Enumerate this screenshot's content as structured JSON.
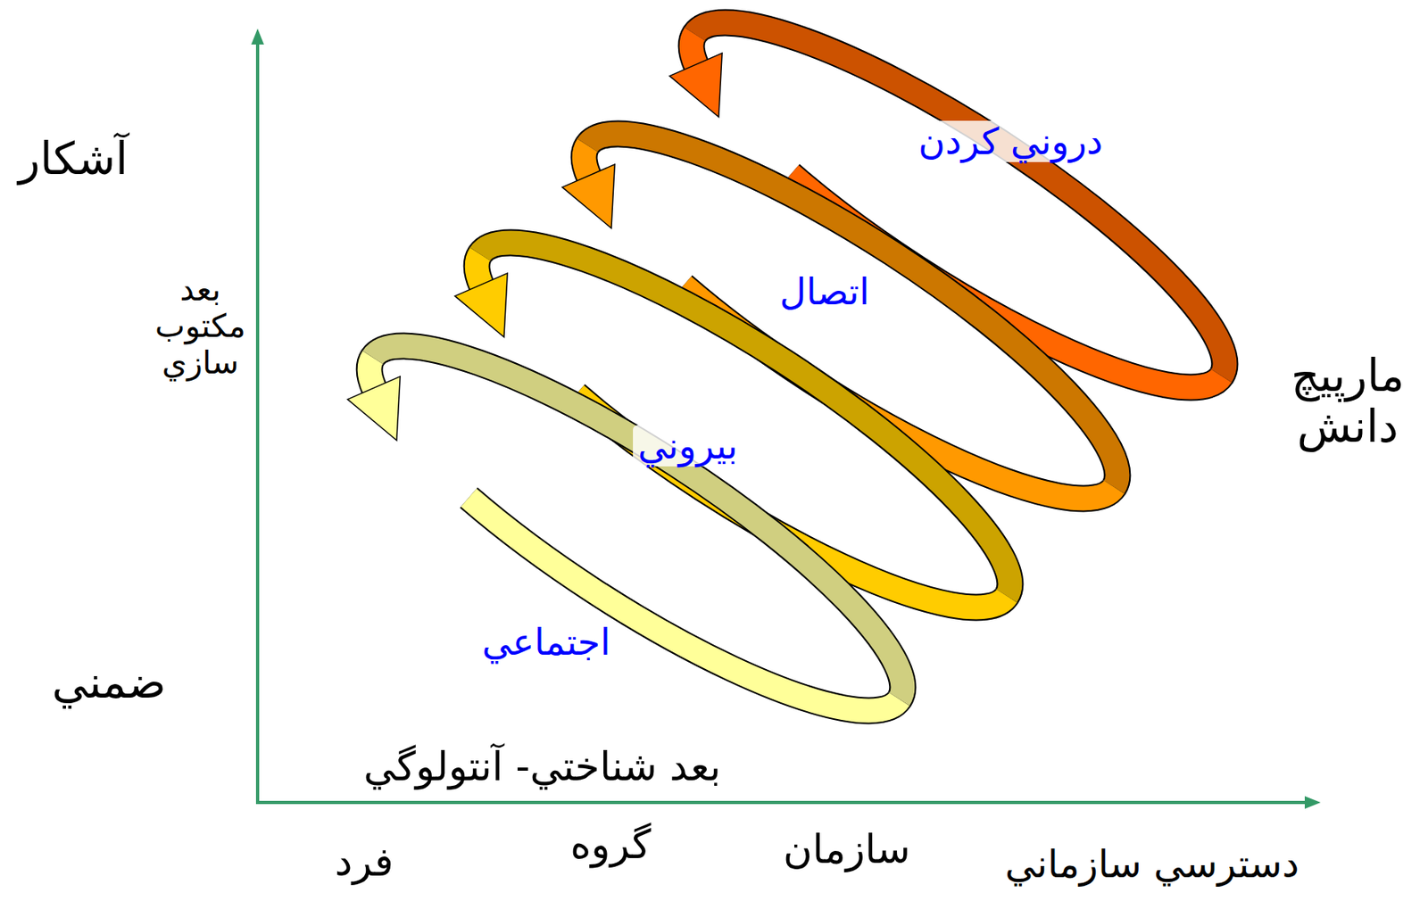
{
  "diagram": {
    "labels": [
      "آشکار",
      "دروني کردن",
      "بعد مکتوب سازي",
      "اتصال",
      "مارپيچ دانش",
      "بيروني",
      "اجتماعي",
      "ضمني",
      "بعد شناختي- آنتولوگي",
      "فرد",
      "گروه",
      "سازمان",
      "دسترسي سازماني"
    ]
  }
}
